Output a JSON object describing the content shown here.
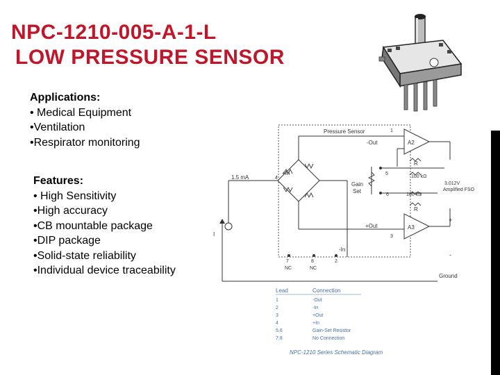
{
  "title": {
    "line1": "NPC-1210-005-A-1-L",
    "line2": "LOW PRESSURE SENSOR"
  },
  "applications": {
    "heading": "Applications:",
    "items": [
      "• Medical Equipment",
      "•Ventilation",
      "•Respirator monitoring"
    ]
  },
  "features": {
    "heading": "Features:",
    "items": [
      "• High Sensitivity",
      "•High accuracy",
      "•CB mountable package",
      "•DIP package",
      "•Solid-state reliability",
      "•Individual device traceability"
    ]
  },
  "schematic": {
    "pressure_sensor": "Pressure Sensor",
    "current": "1.5 mA",
    "i_label": "I",
    "plus_in": "+In",
    "minus_out": "-Out",
    "plus_out": "+Out",
    "minus_in": "-In",
    "gain_set_1": "Gain",
    "gain_set_2": "Set",
    "a2": "A2",
    "a3": "A3",
    "r_top": "R",
    "r_bottom": "R",
    "r100_top": "100 kΩ",
    "r100_bottom": "100 kΩ",
    "amplified_1": "3.012V",
    "amplified_2": "Amplified FSO",
    "pin1": "1",
    "pin2": "2",
    "pin3": "3",
    "pin4": "4",
    "pin5": "5",
    "pin6": "6",
    "pin7": "7",
    "pin8": "8",
    "nc1": "NC",
    "nc2": "NC",
    "plus_sign": "+",
    "minus_sign": "-",
    "ground": "Ground",
    "caption": "NPC-1210 Series Schematic Diagram"
  },
  "lead_table": {
    "headers": [
      "Lead",
      "Connection"
    ],
    "rows": [
      [
        "1",
        "-Out"
      ],
      [
        "2",
        "-In"
      ],
      [
        "3",
        "+Out"
      ],
      [
        "4",
        "+In"
      ],
      [
        "5,6",
        "Gain-Set Resistor"
      ],
      [
        "7,8",
        "No Connection"
      ]
    ]
  }
}
